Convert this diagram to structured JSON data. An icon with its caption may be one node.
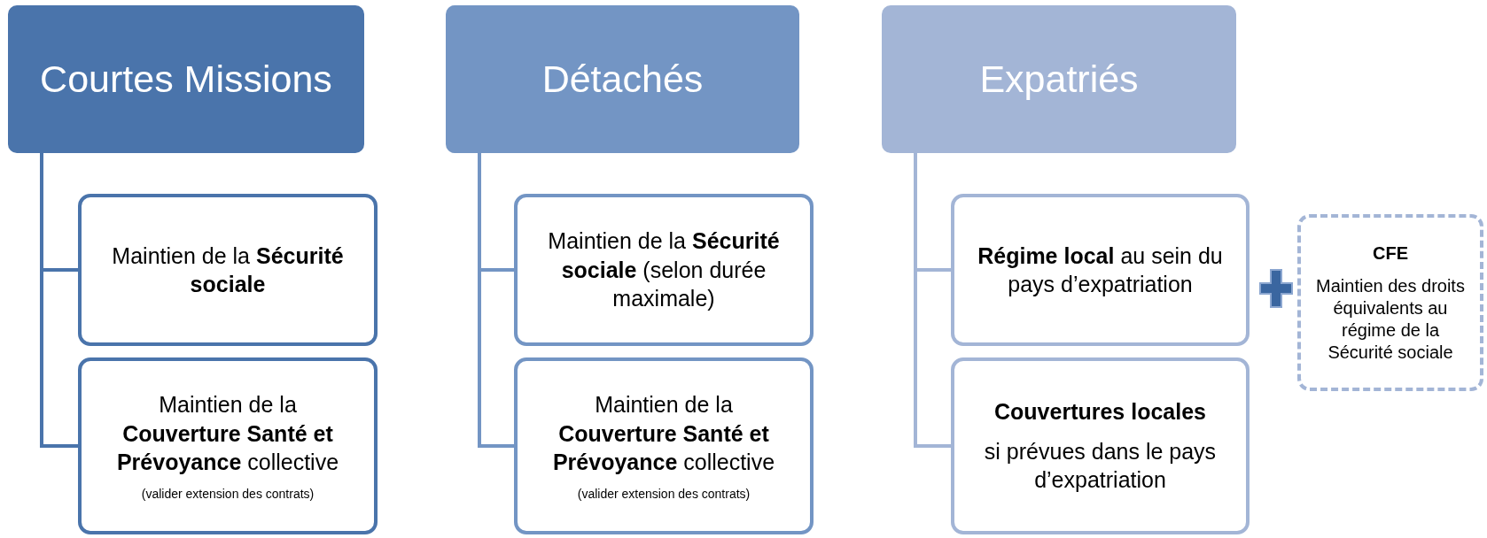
{
  "diagram": {
    "nodes": [
      {
        "text": [
          "Courtes Missions"
        ]
      },
      {
        "text": [
          "Maintien de la **Sécurité sociale**"
        ]
      },
      {
        "text": [
          "Maintien de la **Couverture Santé et Prévoyance** collective",
          "(valider extension des contrats)"
        ]
      },
      {
        "text": [
          "Détachés"
        ]
      },
      {
        "text": [
          "Maintien de la **Sécurité sociale** (selon durée maximale)"
        ]
      },
      {
        "text": [
          "Maintien de la **Couverture Santé et Prévoyance** collective",
          "(valider extension des contrats)"
        ]
      },
      {
        "text": [
          "Expatriés"
        ]
      },
      {
        "text": [
          "**Régime local** au sein du pays d’expatriation"
        ]
      },
      {
        "text": [
          "Couvertures locales",
          "si prévues dans le pays d’expatriation"
        ]
      },
      {
        "text": [
          "CFE",
          "Maintien des droits équivalents au régime de la Sécurité sociale"
        ]
      }
    ],
    "edges": [
      {
        "from": 0,
        "to": 1,
        "arrow": "none"
      },
      {
        "from": 0,
        "to": 2,
        "arrow": "none"
      },
      {
        "from": 3,
        "to": 4,
        "arrow": "none"
      },
      {
        "from": 3,
        "to": 5,
        "arrow": "none"
      },
      {
        "from": 6,
        "to": 7,
        "arrow": "none"
      },
      {
        "from": 6,
        "to": 8,
        "arrow": "none"
      }
    ]
  }
}
